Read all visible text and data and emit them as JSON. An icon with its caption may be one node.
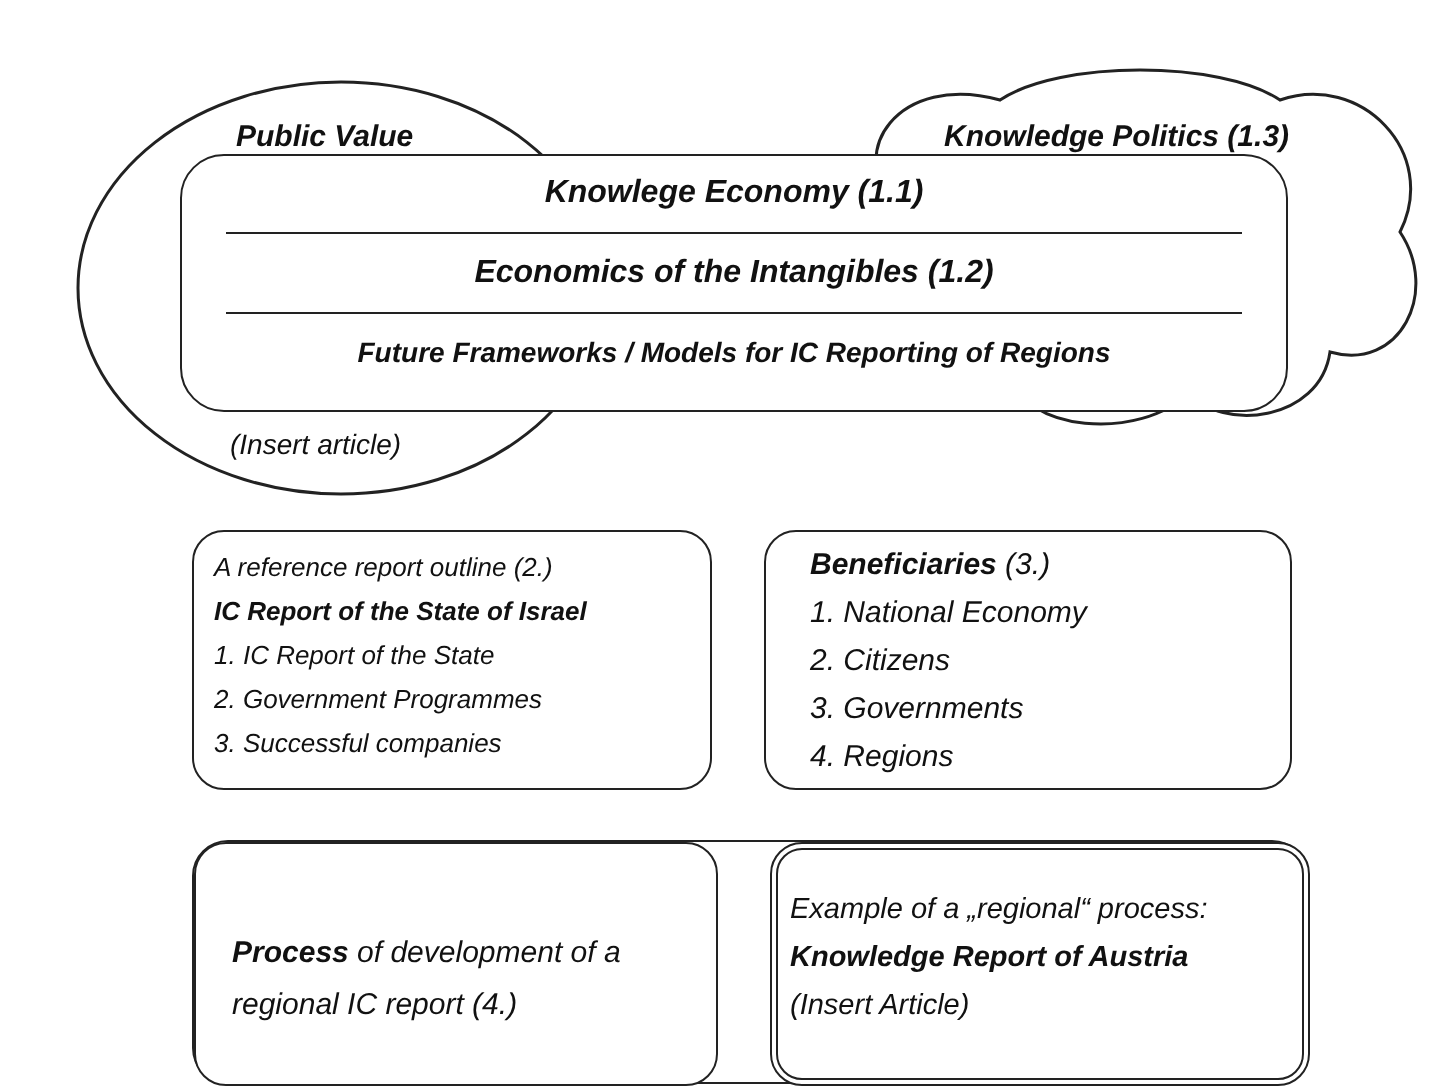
{
  "diagram": {
    "nodes": [
      {
        "text": [
          "Public Value",
          "(Insert article)"
        ]
      },
      {
        "text": [
          "Knowledge Politics (1.3)"
        ]
      },
      {
        "text": [
          "Knowlege Economy (1.1)",
          "Economics of the Intangibles (1.2)",
          "Future Frameworks / Models for IC Reporting of Regions"
        ]
      },
      {
        "text": [
          "A reference report outline (2.)",
          "IC Report of the State of Israel",
          "1. IC Report of the State",
          "2. Government Programmes",
          "3. Successful companies"
        ]
      },
      {
        "text": [
          "**Beneficiaries** (3.)",
          "1. National Economy",
          "2. Citizens",
          "3. Governments",
          "4. Regions"
        ]
      },
      {
        "text": [],
        "shape": "box"
      },
      {
        "text": [
          "**Process** of development of a regional IC report (4.)"
        ],
        "in": 5
      },
      {
        "text": [
          "Example of a „regional“ process:",
          "Knowledge Report of Austria",
          "(Insert Article)"
        ],
        "in": 5
      }
    ]
  }
}
